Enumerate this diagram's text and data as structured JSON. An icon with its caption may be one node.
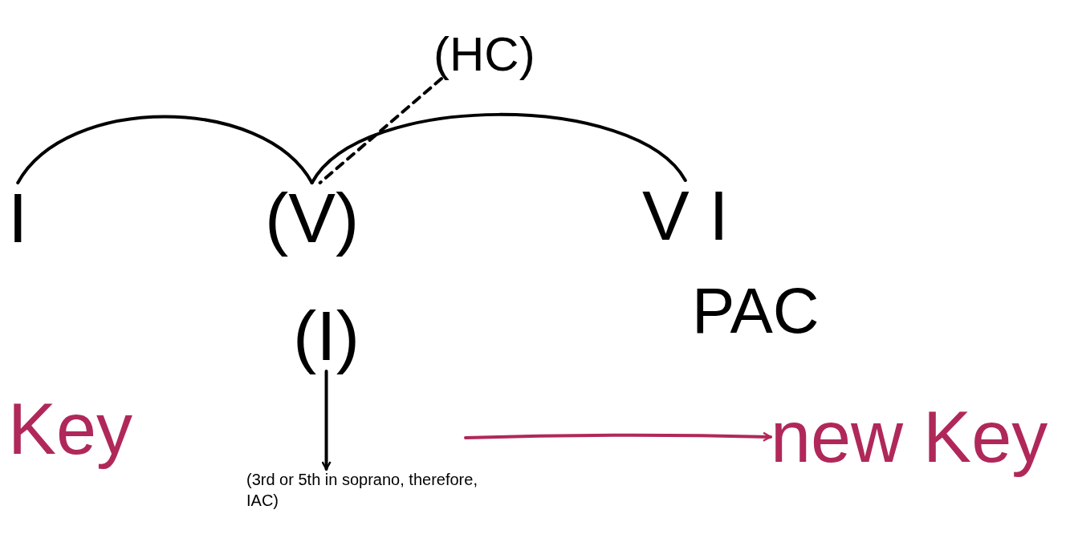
{
  "diagram": {
    "nodes": [
      {
        "text": [
          "I"
        ]
      },
      {
        "text": [
          "(V)"
        ]
      },
      {
        "text": [
          "(HC)"
        ]
      },
      {
        "text": [
          "V I"
        ]
      },
      {
        "text": [
          "PAC"
        ]
      },
      {
        "text": [
          "(I)"
        ]
      },
      {
        "text": [
          "(3rd or 5th in soprano, therefore, IAC)"
        ]
      },
      {
        "text": [
          "new Key"
        ]
      }
    ],
    "edges": [
      {
        "from": 0,
        "to": 1,
        "arrow": "none"
      },
      {
        "from": 1,
        "to": 3,
        "arrow": "none"
      },
      {
        "from": 2,
        "to": 1,
        "arrow": "none",
        "style": "dashed"
      },
      {
        "from": 5,
        "to": 6,
        "arrow": "to"
      },
      {
        "from": null,
        "to": 7,
        "arrow": "to",
        "color": "#b0285a"
      }
    ],
    "labels": [
      "Key"
    ]
  }
}
